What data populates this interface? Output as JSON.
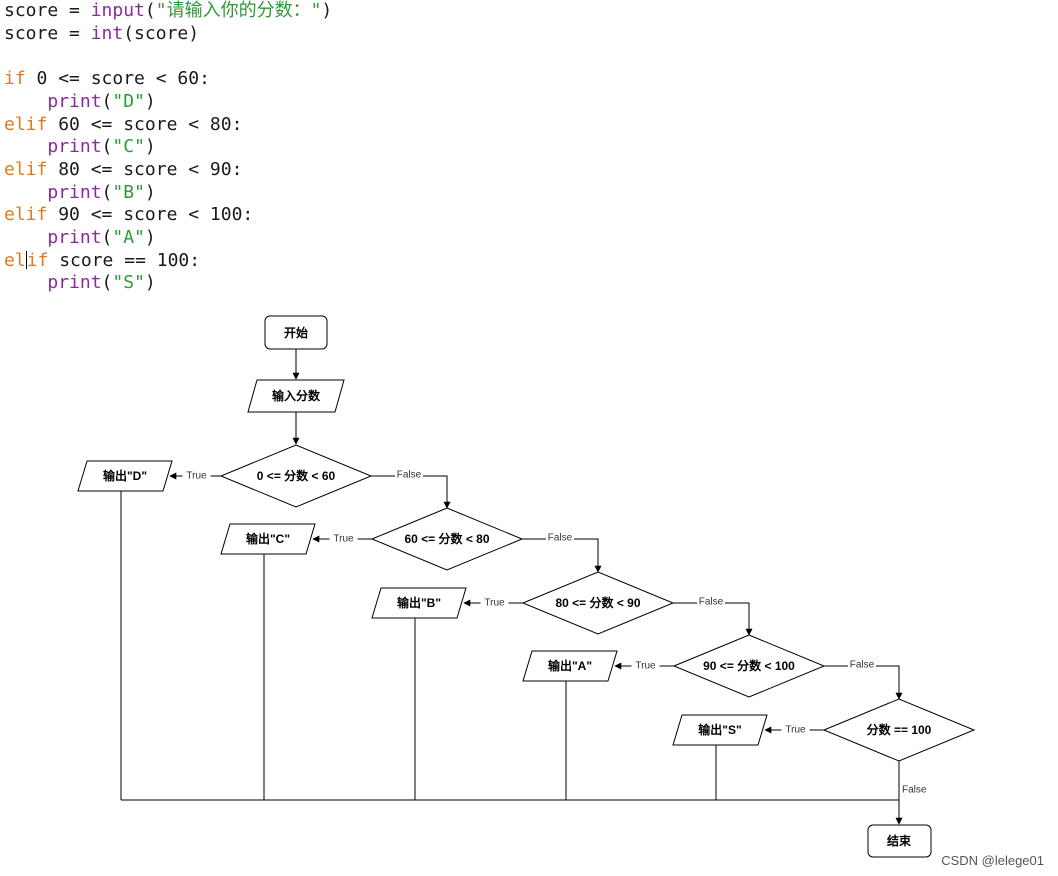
{
  "code": [
    [
      {
        "t": "score = "
      },
      {
        "t": "input",
        "c": "fn"
      },
      {
        "t": "("
      },
      {
        "t": "\"请输入你的分数：\"",
        "c": "str"
      },
      {
        "t": ")"
      }
    ],
    [
      {
        "t": "score = "
      },
      {
        "t": "int",
        "c": "fn"
      },
      {
        "t": "(score)"
      }
    ],
    [],
    [
      {
        "t": "if",
        "c": "kw"
      },
      {
        "t": " 0 <= score < 60:"
      }
    ],
    [
      {
        "t": "    "
      },
      {
        "t": "print",
        "c": "fn"
      },
      {
        "t": "("
      },
      {
        "t": "\"D\"",
        "c": "str"
      },
      {
        "t": ")"
      }
    ],
    [
      {
        "t": "elif",
        "c": "kw"
      },
      {
        "t": " 60 <= score < 80:"
      }
    ],
    [
      {
        "t": "    "
      },
      {
        "t": "print",
        "c": "fn"
      },
      {
        "t": "("
      },
      {
        "t": "\"C\"",
        "c": "str"
      },
      {
        "t": ")"
      }
    ],
    [
      {
        "t": "elif",
        "c": "kw"
      },
      {
        "t": " 80 <= score < 90:"
      }
    ],
    [
      {
        "t": "    "
      },
      {
        "t": "print",
        "c": "fn"
      },
      {
        "t": "("
      },
      {
        "t": "\"B\"",
        "c": "str"
      },
      {
        "t": ")"
      }
    ],
    [
      {
        "t": "elif",
        "c": "kw"
      },
      {
        "t": " 90 <= score < 100:"
      }
    ],
    [
      {
        "t": "    "
      },
      {
        "t": "print",
        "c": "fn"
      },
      {
        "t": "("
      },
      {
        "t": "\"A\"",
        "c": "str"
      },
      {
        "t": ")"
      }
    ],
    [
      {
        "t": "el",
        "c": "kw"
      },
      {
        "t": "|",
        "c": "caret"
      },
      {
        "t": "if",
        "c": "kw"
      },
      {
        "t": " score == 100:"
      }
    ],
    [
      {
        "t": "    "
      },
      {
        "t": "print",
        "c": "fn"
      },
      {
        "t": "("
      },
      {
        "t": "\"S\"",
        "c": "str"
      },
      {
        "t": ")"
      }
    ]
  ],
  "flow": {
    "start": "开始",
    "input": "输入分数",
    "end": "结束",
    "true_label": "True",
    "false_label": "False",
    "decisions": [
      "0 <= 分数 < 60",
      "60 <= 分数 < 80",
      "80 <= 分数 < 90",
      "90 <= 分数 < 100",
      "分数 == 100"
    ],
    "outputs": [
      "输出\"D\"",
      "输出\"C\"",
      "输出\"B\"",
      "输出\"A\"",
      "输出\"S\""
    ]
  },
  "watermark": "CSDN @lelege01"
}
